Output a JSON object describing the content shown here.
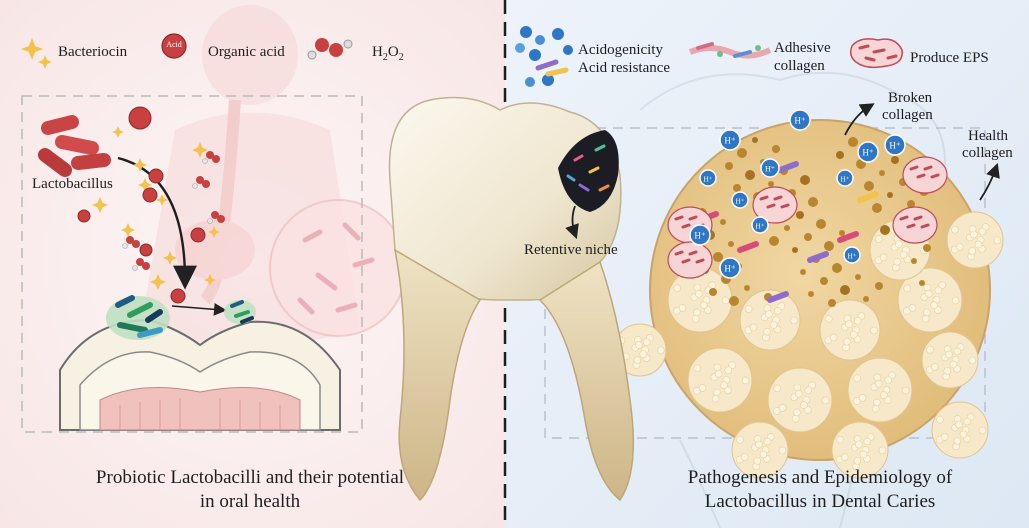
{
  "colors": {
    "left_bg": "#fbeeee",
    "right_bg": "#e8f0f8",
    "acid_red": "#c94040",
    "proton_blue": "#2f77c4",
    "sparkle_gold": "#f2c24a",
    "tooth_enamel": "#f4efe2",
    "dentin": "#e8c98e",
    "collagen": "#f6e8c8"
  },
  "left_legend": {
    "bacteriocin": "Bacteriocin",
    "acid_badge": "Acid",
    "organic_acid": "Organic acid",
    "h2o2_main": "H",
    "h2o2_sub1": "2",
    "h2o2_mid": "O",
    "h2o2_sub2": "2"
  },
  "left_labels": {
    "lactobacillus": "Lactobacillus"
  },
  "left_caption": {
    "line1": "Probiotic Lactobacilli and their potential",
    "line2": "in oral health"
  },
  "right_legend": {
    "acidogenicity": "Acidogenicity",
    "acid_resistance": "Acid resistance",
    "adhesive_line1": "Adhesive",
    "adhesive_line2": "collagen",
    "produce_eps": "Produce EPS",
    "proton": "H⁺"
  },
  "right_labels": {
    "broken_line1": "Broken",
    "broken_line2": "collagen",
    "health_line1": "Health",
    "health_line2": "collagen"
  },
  "center_labels": {
    "retentive_niche": "Retentive niche"
  },
  "right_caption": {
    "line1": "Pathogenesis and Epidemiology of",
    "line2": "Lactobacillus in Dental Caries"
  }
}
